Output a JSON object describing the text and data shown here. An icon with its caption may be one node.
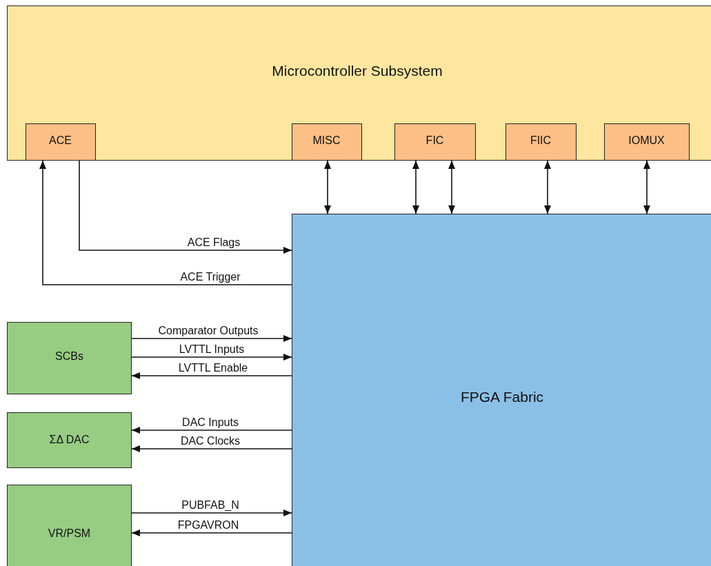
{
  "diagram": {
    "nodes": [
      {
        "text": [
          "Microcontroller Subsystem"
        ]
      },
      {
        "text": [
          "ACE"
        ],
        "in": 0
      },
      {
        "text": [
          "MISC"
        ],
        "in": 0
      },
      {
        "text": [
          "FIC"
        ],
        "in": 0
      },
      {
        "text": [
          "FIIC"
        ],
        "in": 0
      },
      {
        "text": [
          "IOMUX"
        ],
        "in": 0
      },
      {
        "text": [
          "FPGA Fabric"
        ]
      },
      {
        "text": [
          "SCBs"
        ]
      },
      {
        "text": [
          "ΣΔ DAC"
        ]
      },
      {
        "text": [
          "VR/PSM"
        ]
      }
    ],
    "edges": [
      {
        "from": 1,
        "to": 6,
        "arrow": "to",
        "label": "ACE Flags"
      },
      {
        "from": 6,
        "to": 1,
        "arrow": "to",
        "label": "ACE Trigger"
      },
      {
        "from": 2,
        "to": 6,
        "arrow": "both"
      },
      {
        "from": 3,
        "to": 6,
        "arrow": "both"
      },
      {
        "from": 3,
        "to": 6,
        "arrow": "both"
      },
      {
        "from": 4,
        "to": 6,
        "arrow": "both"
      },
      {
        "from": 5,
        "to": 6,
        "arrow": "both"
      },
      {
        "from": 7,
        "to": 6,
        "arrow": "to",
        "label": "Comparator Outputs"
      },
      {
        "from": 7,
        "to": 6,
        "arrow": "to",
        "label": "LVTTL Inputs"
      },
      {
        "from": 6,
        "to": 7,
        "arrow": "to",
        "label": "LVTTL Enable"
      },
      {
        "from": 6,
        "to": 8,
        "arrow": "to",
        "label": "DAC Inputs"
      },
      {
        "from": 6,
        "to": 8,
        "arrow": "to",
        "label": "DAC Clocks"
      },
      {
        "from": 9,
        "to": 6,
        "arrow": "to",
        "label": "PUBFAB_N"
      },
      {
        "from": 6,
        "to": 9,
        "arrow": "to",
        "label": "FPGAVRON"
      }
    ]
  }
}
